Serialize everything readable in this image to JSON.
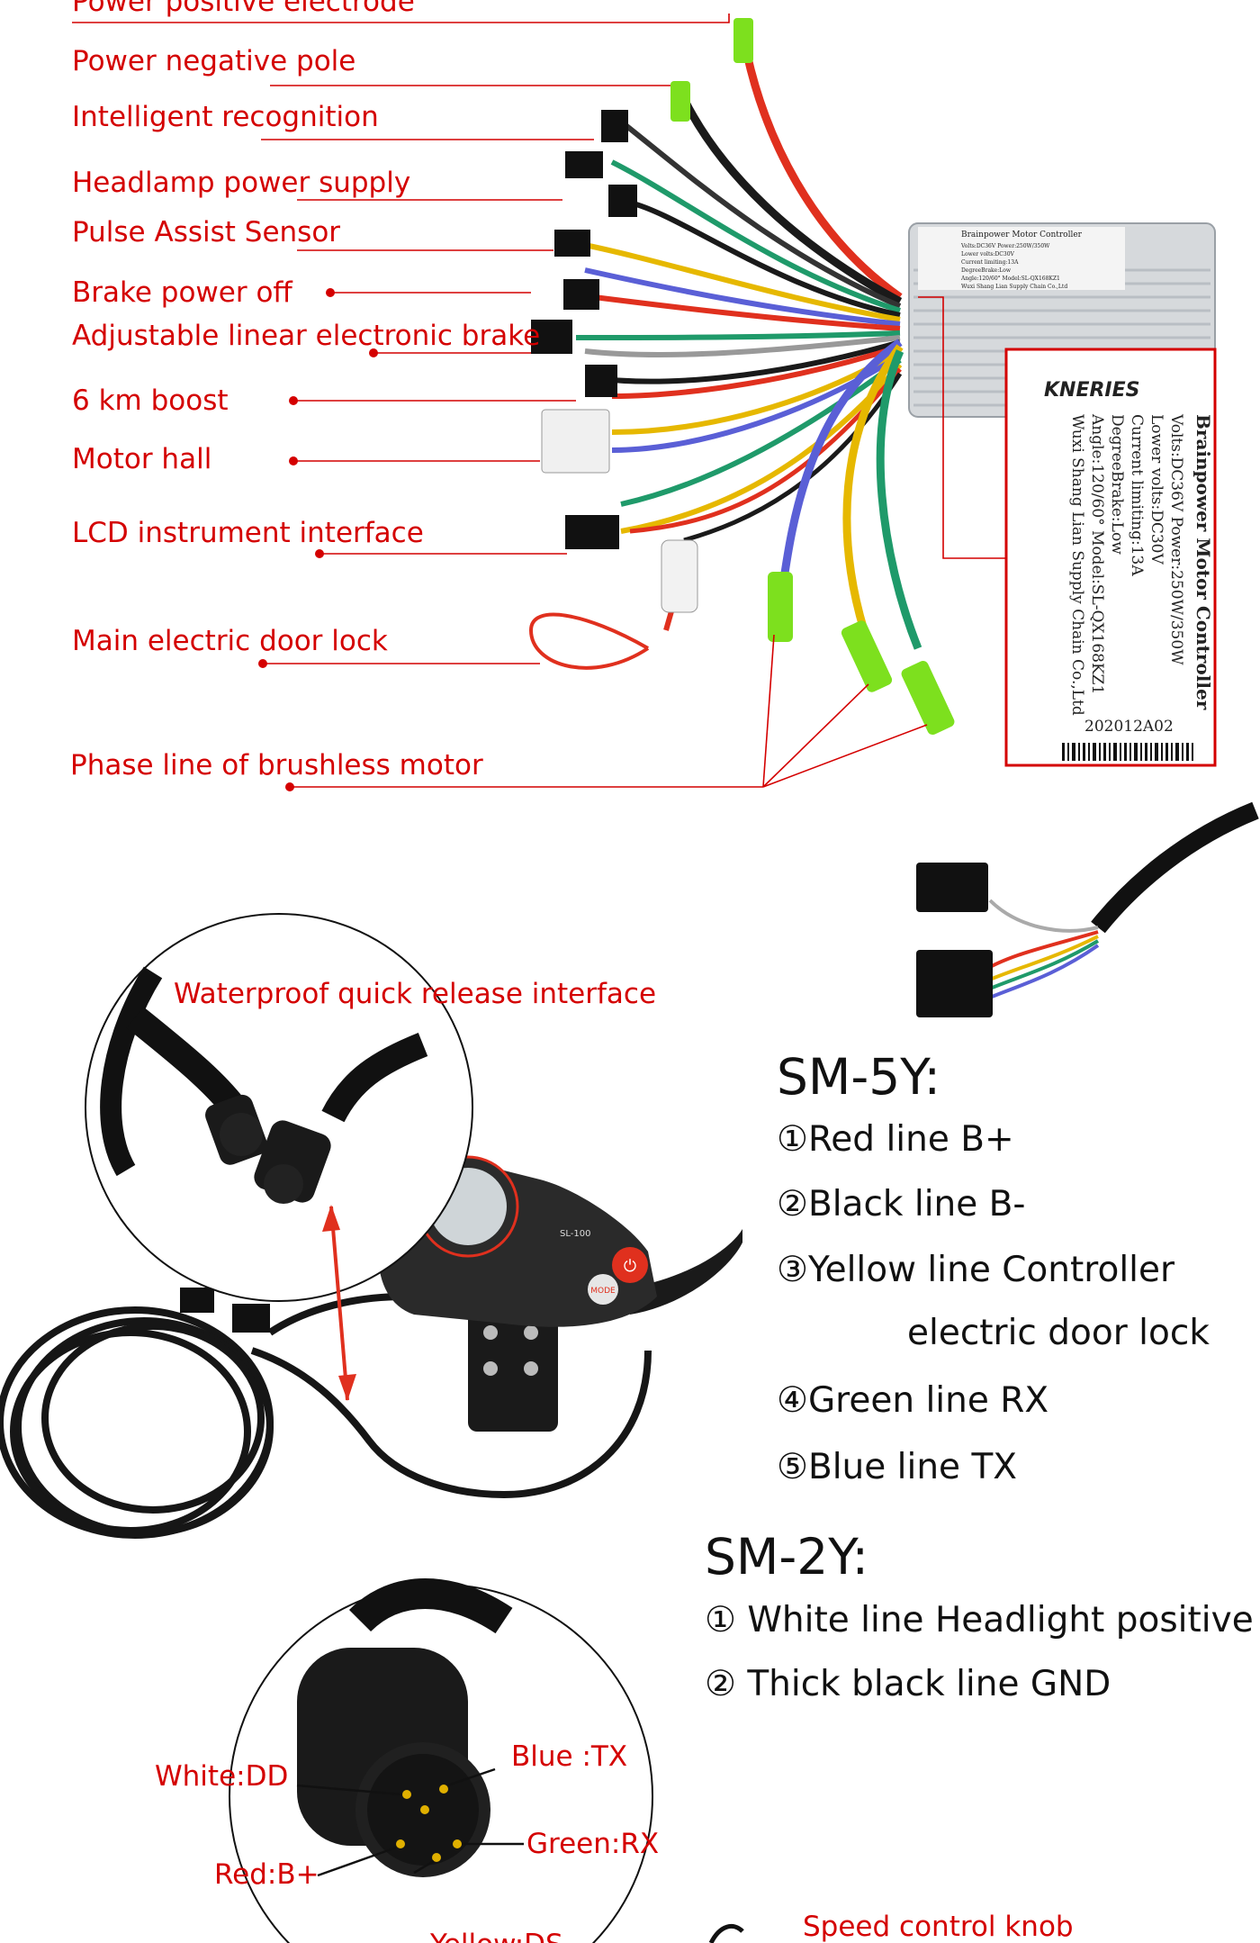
{
  "controller_labels": [
    "Power positive electrode",
    "Power negative pole",
    "Intelligent recognition",
    "Headlamp power supply",
    "Pulse Assist Sensor",
    "Brake power off",
    "Adjustable linear electronic brake",
    "6 km boost",
    "Motor hall",
    "LCD instrument interface",
    "Main electric door lock",
    "Phase line of brushless motor"
  ],
  "controller_plate": {
    "brand": "KNERIES",
    "title": "Brainpower Motor Controller",
    "lines": [
      "Volts:DC36V   Power:250W/350W",
      "Lower volts:DC30V",
      "Current limiting:13A",
      "DegreeBrake:Low",
      "Angle:120/60°  Model:SL-QX168KZ1",
      "Wuxi Shang Lian Supply Chain Co.,Ltd"
    ],
    "code": "202012A02"
  },
  "display_callouts": {
    "waterproof": "Waterproof quick release interface",
    "display_model": "SL-100",
    "mode_button": "MODE",
    "speed_knob": "Speed control knob"
  },
  "pin_labels": {
    "white": "White:DD",
    "blue": "Blue :TX",
    "green": "Green:RX",
    "red": "Red:B+",
    "yellow": "Yellow:DS"
  },
  "sm5y": {
    "title": "SM-5Y:",
    "items": [
      "①Red line    B+",
      "②Black line   B-",
      "③Yellow line   Controller",
      "electric door lock",
      "④Green line    RX",
      "⑤Blue line   TX"
    ]
  },
  "sm2y": {
    "title": "SM-2Y:",
    "items": [
      "① White line  Headlight positive",
      "② Thick black line GND"
    ]
  },
  "colors": {
    "label_red": "#d40000",
    "wire_red": "#e0301e",
    "wire_black": "#1a1a1a",
    "wire_green": "#1f9a6a",
    "wire_yellow": "#e6b800",
    "wire_blue": "#5a5fd6",
    "sleeve_green": "#7de01e",
    "housing_grey": "#d6d9dc"
  }
}
